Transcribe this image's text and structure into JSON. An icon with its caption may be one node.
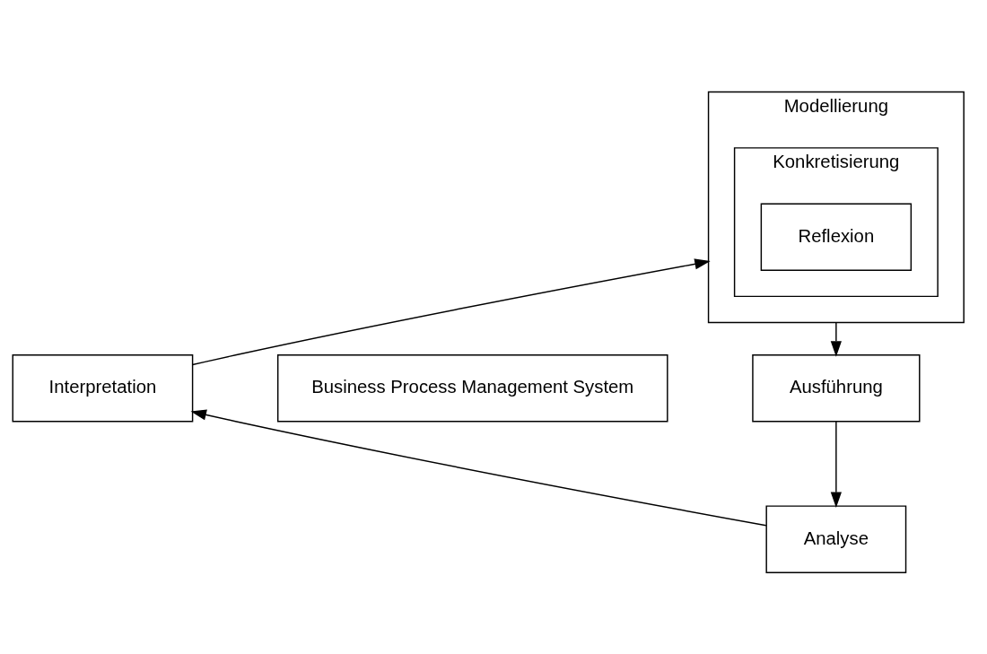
{
  "diagram": {
    "nodes": [
      {
        "text": [
          "Modellierung"
        ]
      },
      {
        "text": [
          "Konkretisierung"
        ],
        "in": 0
      },
      {
        "text": [
          "Reflexion"
        ],
        "in": 1
      },
      {
        "text": [
          "Interpretation"
        ]
      },
      {
        "text": [
          "Business Process Management System"
        ]
      },
      {
        "text": [
          "Ausführung"
        ]
      },
      {
        "text": [
          "Analyse"
        ]
      }
    ],
    "edges": [
      {
        "from": 0,
        "to": 5,
        "arrow": "to"
      },
      {
        "from": 5,
        "to": 6,
        "arrow": "to"
      },
      {
        "from": 6,
        "to": 3,
        "arrow": "to"
      },
      {
        "from": 3,
        "to": 0,
        "arrow": "to"
      }
    ]
  }
}
